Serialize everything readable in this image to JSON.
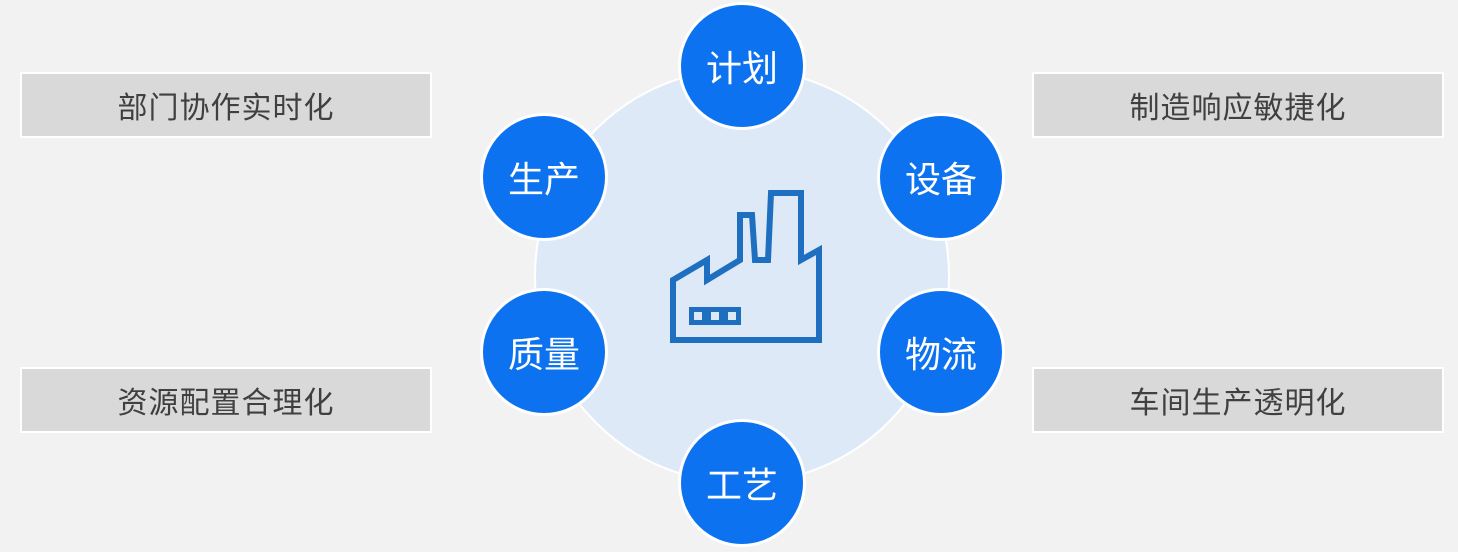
{
  "side_labels": {
    "top_left": "部门协作实时化",
    "bottom_left": "资源配置合理化",
    "top_right": "制造响应敏捷化",
    "bottom_right": "车间生产透明化"
  },
  "nodes": {
    "plan": "计划",
    "equipment": "设备",
    "logistics": "物流",
    "process": "工艺",
    "quality": "质量",
    "production": "生产"
  },
  "center_icon": "factory-icon",
  "colors": {
    "node_fill": "#0d72f0",
    "center_circle": "#dee9f7",
    "icon_stroke": "#1f6fc0",
    "side_box": "#d9d9d9",
    "background": "#f2f2f2"
  }
}
